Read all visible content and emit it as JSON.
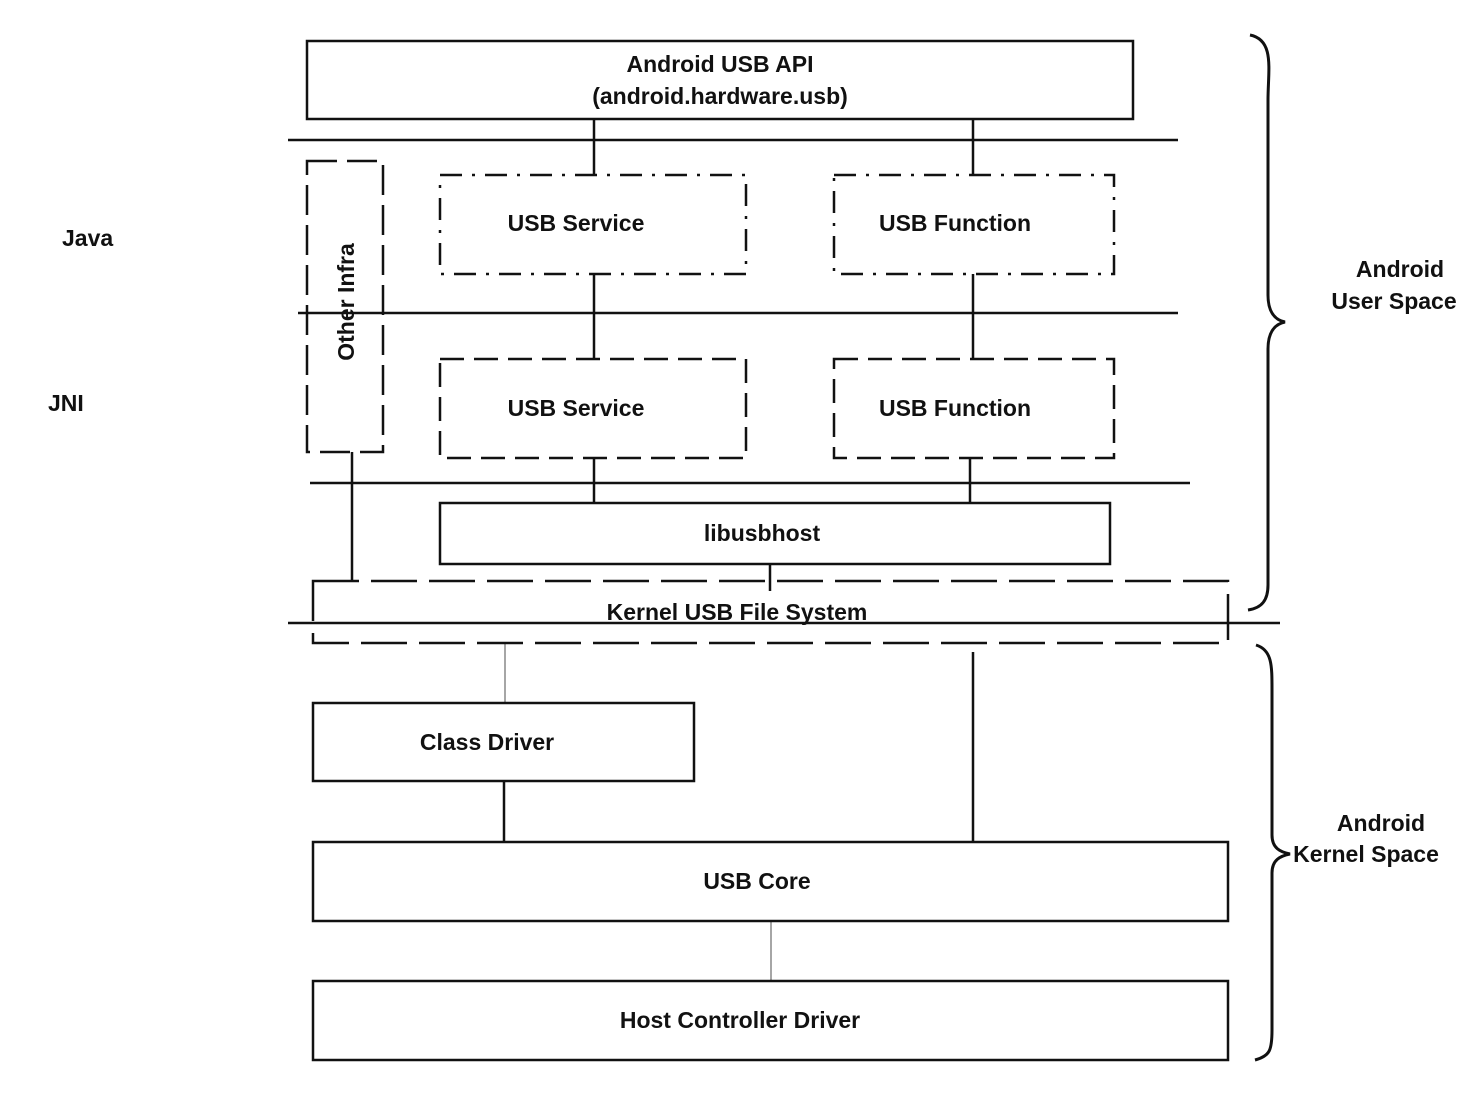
{
  "layers": {
    "java": "Java",
    "jni": "JNI"
  },
  "spaces": {
    "user_line1": "Android",
    "user_line2": "User Space",
    "kernel_line1": "Android",
    "kernel_line2": "Kernel Space"
  },
  "boxes": {
    "api_line1": "Android USB API",
    "api_line2": "(android.hardware.usb)",
    "usb_service_java": "USB Service",
    "usb_function_java": "USB Function",
    "usb_service_jni": "USB Service",
    "usb_function_jni": "USB Function",
    "other_infra": "Other Infra",
    "libusbhost": "libusbhost",
    "kernel_fs": "Kernel USB File System",
    "class_driver": "Class Driver",
    "usb_core": "USB Core",
    "hcd": "Host Controller Driver"
  }
}
